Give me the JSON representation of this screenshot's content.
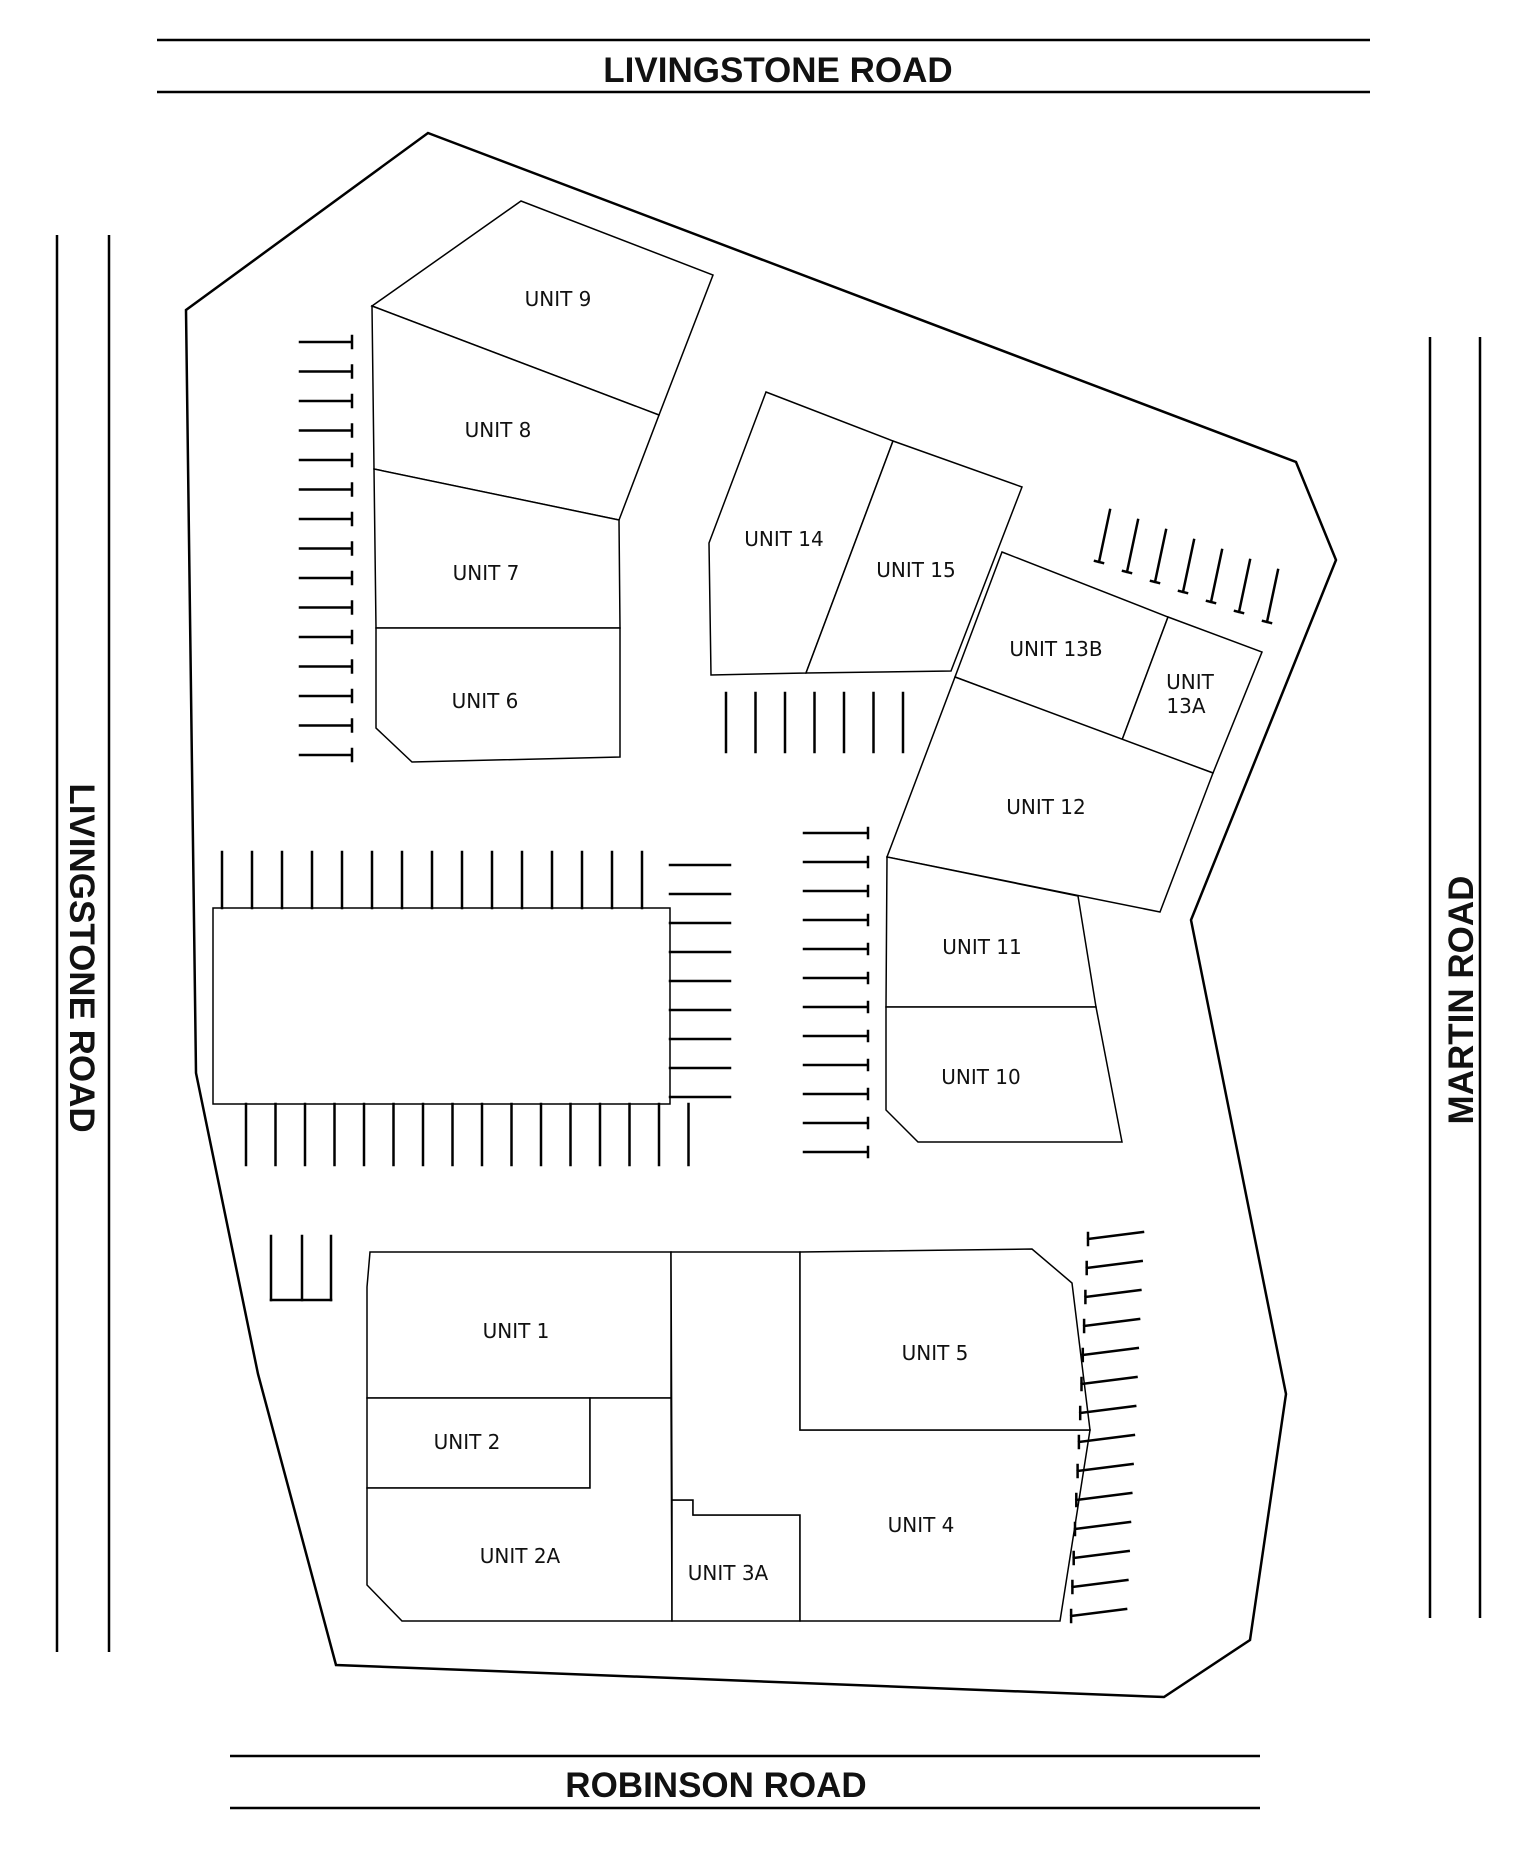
{
  "roads": {
    "top": "LIVINGSTONE ROAD",
    "left": "LIVINGSTONE ROAD",
    "right": "MARTIN ROAD",
    "bottom": "ROBINSON ROAD"
  },
  "units": {
    "u9": "UNIT 9",
    "u8": "UNIT 8",
    "u7": "UNIT 7",
    "u6": "UNIT 6",
    "u14": "UNIT 14",
    "u15": "UNIT 15",
    "u13b": "UNIT 13B",
    "u13a_line1": "UNIT",
    "u13a_line2": "13A",
    "u12": "UNIT 12",
    "u11": "UNIT 11",
    "u10": "UNIT 10",
    "u1": "UNIT 1",
    "u2": "UNIT 2",
    "u2a": "UNIT 2A",
    "u3a": "UNIT 3A",
    "u4": "UNIT 4",
    "u5": "UNIT 5"
  }
}
